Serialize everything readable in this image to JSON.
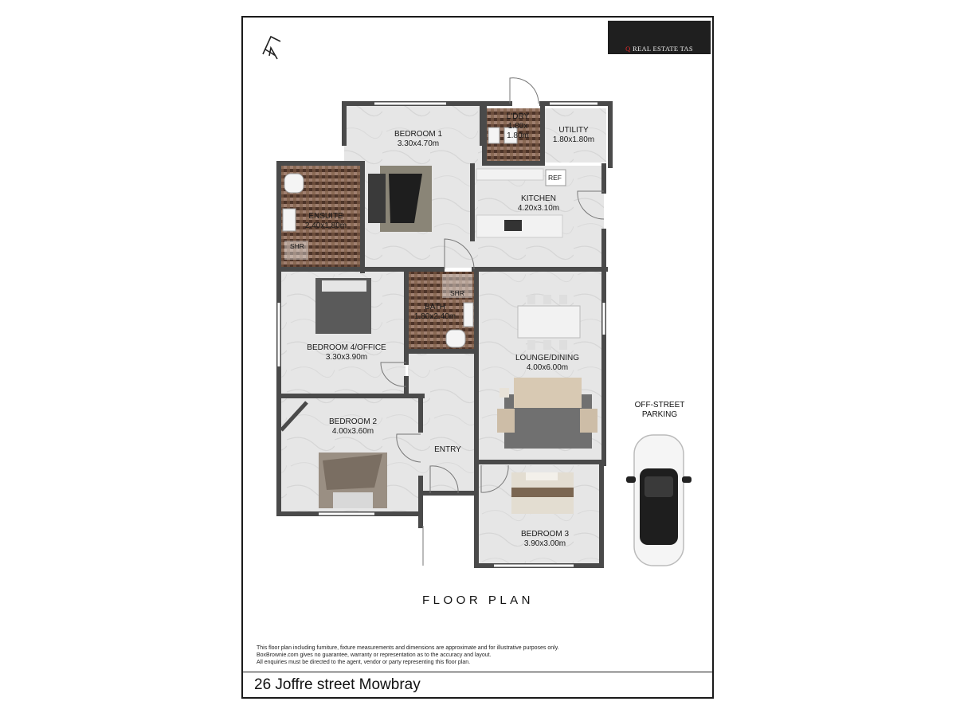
{
  "header": {
    "logo_text": "REAL ESTATE TAS",
    "logo_letter": "Q",
    "north_symbol": "N"
  },
  "rooms": {
    "bedroom1": {
      "name": "BEDROOM 1",
      "size": "3.30x4.70m"
    },
    "laundry": {
      "name": "L'DRY",
      "size_a": "1.80x",
      "size_b": "1.80m"
    },
    "utility": {
      "name": "UTILITY",
      "size": "1.80x1.80m"
    },
    "kitchen": {
      "name": "KITCHEN",
      "size": "4.20x3.10m",
      "fridge": "REF"
    },
    "ensuite": {
      "name": "ENSUITE",
      "size": "2.40x1.80m",
      "shower": "SHR"
    },
    "bath": {
      "name": "BATH",
      "size": "1.80x2.40m",
      "shower": "SHR"
    },
    "bedroom4": {
      "name": "BEDROOM 4/OFFICE",
      "size": "3.30x3.90m"
    },
    "lounge": {
      "name": "LOUNGE/DINING",
      "size": "4.00x6.00m"
    },
    "bedroom2": {
      "name": "BEDROOM 2",
      "size": "4.00x3.60m"
    },
    "entry": {
      "name": "ENTRY"
    },
    "bedroom3": {
      "name": "BEDROOM 3",
      "size": "3.90x3.00m"
    }
  },
  "parking": {
    "line1": "OFF-STREET",
    "line2": "PARKING"
  },
  "plan_title": "FLOOR PLAN",
  "disclaimer": [
    "This floor plan including furniture, fixture measurements and dimensions are approximate and for illustrative purposes only.",
    "BoxBrownie.com gives no guarantee, warranty or representation as to the accuracy and layout.",
    "All enquiries must be directed to the agent, vendor or party representing this floor plan."
  ],
  "address": "26 Joffre street Mowbray",
  "colors": {
    "wall": "#4a4a4a",
    "floor": "#e4e4e4",
    "tile": "#6b4c3b",
    "frame": "#1a1a1a",
    "logo_bg": "#1f1f1f",
    "logo_accent": "#e02a2a"
  }
}
